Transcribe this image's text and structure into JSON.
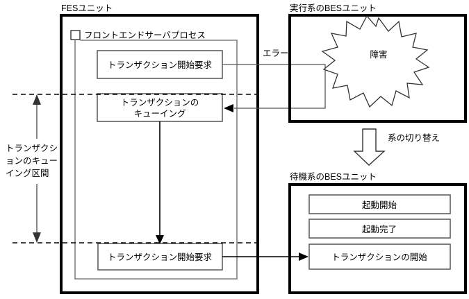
{
  "diagram": {
    "title_text": "",
    "colors": {
      "frame": "#000000",
      "process_frame": "#808080",
      "box_stroke": "#555555",
      "line": "#555555",
      "background": "#ffffff"
    },
    "units": {
      "fes": {
        "title": "FESユニット",
        "process": {
          "title": "フロントエンドサーバプロセス",
          "marker_icon": "small-square-icon",
          "boxes": [
            {
              "label": "トランザクション開始要求"
            },
            {
              "label_line1": "トランザクションの",
              "label_line2": "キューイング"
            },
            {
              "label": "トランザクション開始要求"
            }
          ]
        }
      },
      "active_bes": {
        "title": "実行系のBESユニット",
        "failure": {
          "label": "障害",
          "icon": "starburst-icon"
        }
      },
      "standby_bes": {
        "title": "待機系のBESユニット",
        "boxes": [
          {
            "label": "起動開始"
          },
          {
            "label": "起動完了"
          },
          {
            "label": "トランザクションの開始"
          }
        ]
      }
    },
    "labels": {
      "error": "エラー",
      "switchover": "系の切り替え",
      "queue_span_line1": "トランザクシ",
      "queue_span_line2": "ョンのキュー",
      "queue_span_line3": "イング区間"
    },
    "icons": {
      "switchover": "down-block-arrow-icon",
      "span_up_arrow": "up-arrow-icon",
      "span_down_arrow": "down-arrow-icon"
    }
  }
}
